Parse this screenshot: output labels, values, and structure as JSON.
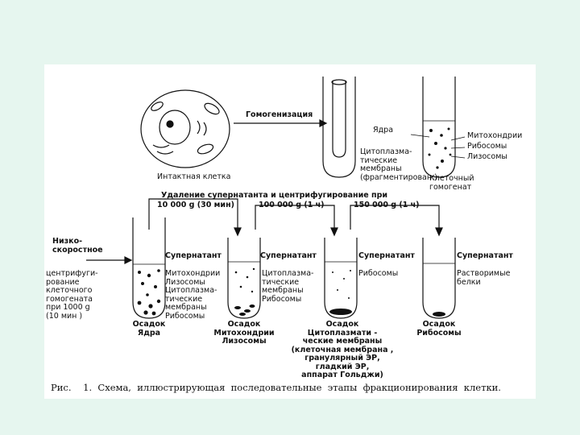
{
  "labels": {
    "intact_cell": "Интактная клетка",
    "homogenization": "Гомогенизация",
    "nuclei_top": "Ядра",
    "cytoplasm_fragmented": "Цитоплазма-\nтические\nмембраны\n(фрагментирован.)",
    "mito_right": "Митохондрии",
    "ribo_right": "Рибосомы",
    "lyso_right": "Лизосомы",
    "homogenate": "Клеточный\nгомогенат",
    "removal_title": "Удаление супернатанта и центрифугирование при",
    "speed1": "10 000 g (30 мин)",
    "speed2": "100 000 g (1 ч)",
    "speed3": "150 000 g (1 ч)",
    "low_speed": "Низко-\nскоростное",
    "low_speed_desc": "центрифуги-\nрование\nклеточного\nгомогената\nпри 1000 g\n(10 мин )",
    "super1": "Супернатант",
    "super1_list": "Митохондрии\nЛизосомы\nЦитоплазма-\nтические\nмембраны\nРибосомы",
    "sediment1": "Осадок\nЯдра",
    "super2": "Супернатант",
    "super2_list": "Цитоплазма-\nтические\nмембраны\nРибосомы",
    "sediment2": "Осадок\nМитохондрии\nЛизосомы",
    "super3": "Супернатант",
    "super3_list": "Рибосомы",
    "sediment3": "Осадок\nЦитоплазмати -\nческие мембраны\n(клеточная мембрана ,\nгранулярный ЭР,\nгладкий ЭР,\nаппарат Гольджи)",
    "super4": "Супернатант",
    "super4_list": "Растворимые\nбелки",
    "sediment4": "Осадок\nРибосомы"
  },
  "caption": "Рис.    1.  Схема,  иллюстрирующая  последовательные  этапы  фракционирования  клетки."
}
